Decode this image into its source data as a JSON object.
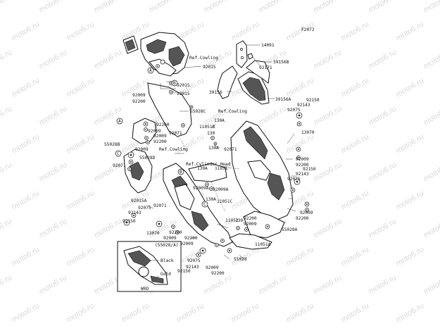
{
  "figure": {
    "id": "F2072",
    "watermark": "moto6.ru"
  },
  "labels": {
    "p14091": "14091",
    "p92171": "92171",
    "p39156B": "39156B",
    "p39156": "39156",
    "p39156A": "39156A",
    "ref_cowling_top": "Ref.Cowling",
    "ref_cowling_mid": "Ref.Cowling",
    "ref_cowling_left": "Ref.Cowling",
    "ref_cylinder_head": "Ref.Cylinder Head",
    "p92015_a": "92015",
    "p92015_b": "92015",
    "p92015_c": "92015",
    "p92009_1": "92009",
    "p92200_1": "92200",
    "p55028C": "55028C",
    "p92009_2": "92009",
    "p92200_2": "92200",
    "p92009_3": "92009",
    "p92200_3": "92200",
    "p92071_1": "92071",
    "p130A_1": "130A",
    "p11051B": "11051B",
    "p130": "130",
    "p130A_2": "130A",
    "p92071_2": "92071",
    "p55028B": "55028B",
    "p92009_4": "92009",
    "p92071_3": "92071",
    "p55028D": "55028D",
    "p92150_r1": "92150",
    "p92143_r1": "92143",
    "p92075_r1": "92075",
    "p13070_r": "13070",
    "p92009_r1": "92009",
    "p92200_r1": "92200",
    "p92150_r2": "92150",
    "p92143_r2": "92143",
    "p92075_r2": "92075",
    "p92009_r2": "92009",
    "p92200_r2": "92200",
    "p55028A": "55028A",
    "p130A_3": "130A",
    "p11051": "11051",
    "p92009A_1": "92009A",
    "p92009A_2": "92009A",
    "p130A_4": "130A",
    "p11051C": "11051C",
    "p92015A": "92015A",
    "p92075_l": "92075",
    "p92071_4": "92071",
    "p92143_l": "92143",
    "p92150_l": "92150",
    "p13070_l": "13070",
    "p92200_l1": "92200",
    "p92009_l1": "92009",
    "p92200_l2": "92200",
    "p92009_l2": "92009",
    "p11052": "11052",
    "p130_b": "130",
    "p92200_c1": "92200",
    "p92009_c1": "92009",
    "p55028_ref": "(55028/A)",
    "p92075_b": "92075",
    "p92143_b": "92143",
    "p92150_b": "92150",
    "p92009_b": "92009",
    "p92200_b": "92200",
    "p55028": "55028",
    "p11051A": "11051A",
    "callout_a1": "A",
    "callout_a2": "A",
    "callout_b1": "B",
    "callout_b2": "B",
    "callout_c1": "C",
    "callout_c2": "C",
    "inset_black": "Black",
    "inset_gold": "Gold",
    "inset_tag": "W0D"
  }
}
